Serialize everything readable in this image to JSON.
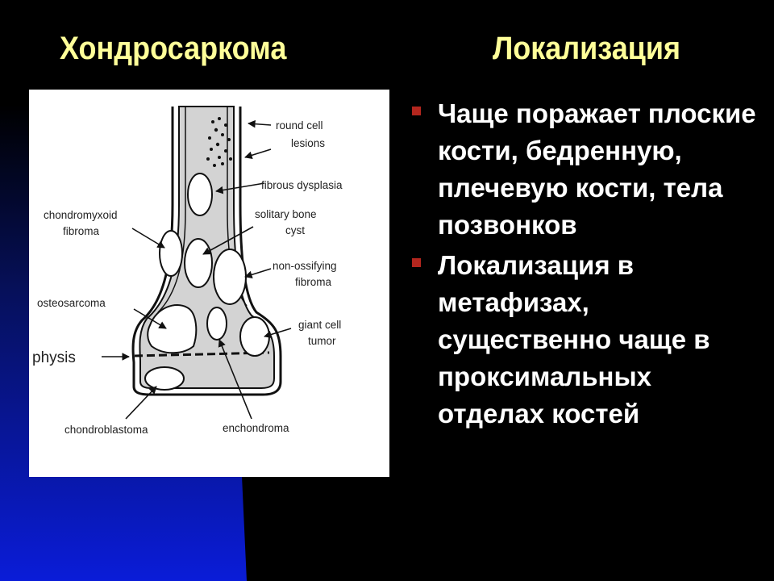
{
  "slide": {
    "title_left": "Хондросаркома",
    "title_right": "Локализация",
    "bullets": [
      "Чаще поражает плоские кости, бедренную, плечевую кости, тела позвонков",
      "Локализация в метафизах, существенно чаще в проксимальных отделах костей"
    ]
  },
  "figure": {
    "labels": {
      "round_cell_line1": "round cell",
      "round_cell_line2": "lesions",
      "fibrous_dysplasia": "fibrous dysplasia",
      "chondromyxoid_line1": "chondromyxoid",
      "chondromyxoid_line2": "fibroma",
      "solitary_line1": "solitary bone",
      "solitary_line2": "cyst",
      "non_ossifying_line1": "non-ossifying",
      "non_ossifying_line2": "fibroma",
      "osteosarcoma": "osteosarcoma",
      "giant_cell_line1": "giant cell",
      "giant_cell_line2": "tumor",
      "physis": "physis",
      "chondroblastoma": "chondroblastoma",
      "enchondroma": "enchondroma"
    }
  },
  "colors": {
    "title": "#ffff99",
    "bullet_text": "#ffffff",
    "bullet_marker": "#b3261e",
    "bone_fill": "#d3d3d3"
  }
}
